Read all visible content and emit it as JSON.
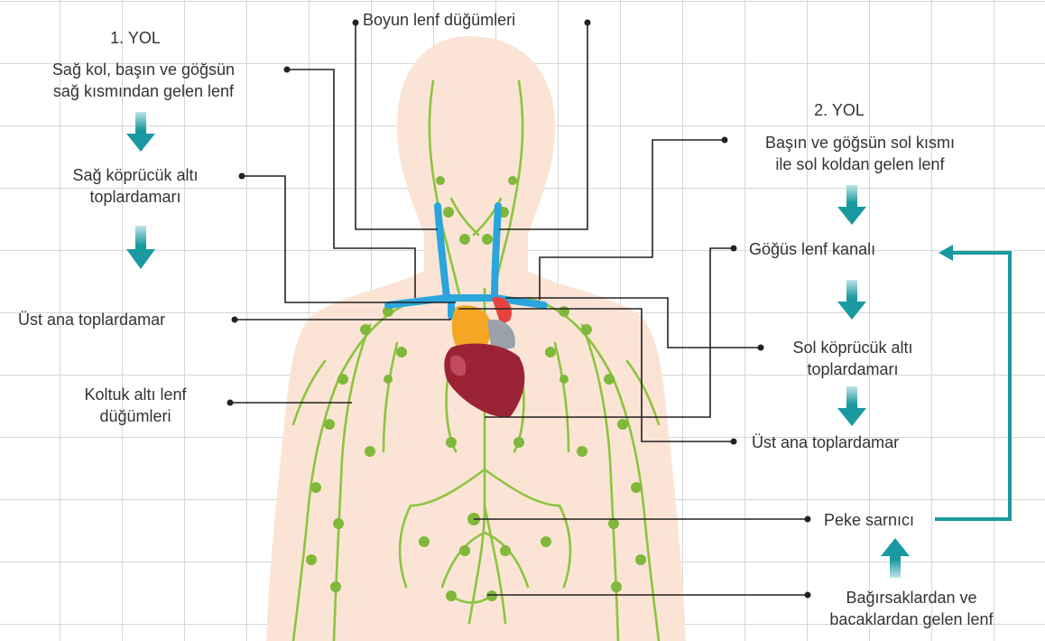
{
  "labels": {
    "path1_title": "1. YOL",
    "left_source_l1": "Sağ kol, başın ve göğsün",
    "left_source_l2": "sağ kısmından gelen lenf",
    "right_subclavian_l1": "Sağ köprücük altı",
    "right_subclavian_l2": "toplardamarı",
    "left_sup_vena_cava": "Üst ana toplardamar",
    "axillary_l1": "Koltuk altı lenf",
    "axillary_l2": "düğümleri",
    "neck_nodes": "Boyun lenf düğümleri",
    "path2_title": "2. YOL",
    "right_source_l1": "Başın ve göğsün sol kısmı",
    "right_source_l2": "ile sol koldan gelen lenf",
    "thoracic_duct": "Göğüs lenf kanalı",
    "left_subclavian_l1": "Sol köprücük altı",
    "left_subclavian_l2": "toplardamarı",
    "right_sup_vena_cava": "Üst ana toplardamar",
    "cisterna_chyli": "Peke sarnıcı",
    "intestine_source_l1": "Bağırsaklardan ve",
    "intestine_source_l2": "bacaklardan gelen lenf"
  },
  "colors": {
    "skin": "#fbe4d5",
    "lymph": "#8cc43f",
    "node": "#7fb83a",
    "vein": "#2aa6dc",
    "arrow": "#1a9aa0",
    "heart": "#9b2335",
    "aorta": "#e8423e",
    "atrium": "#f5a623",
    "leader": "#222222"
  }
}
